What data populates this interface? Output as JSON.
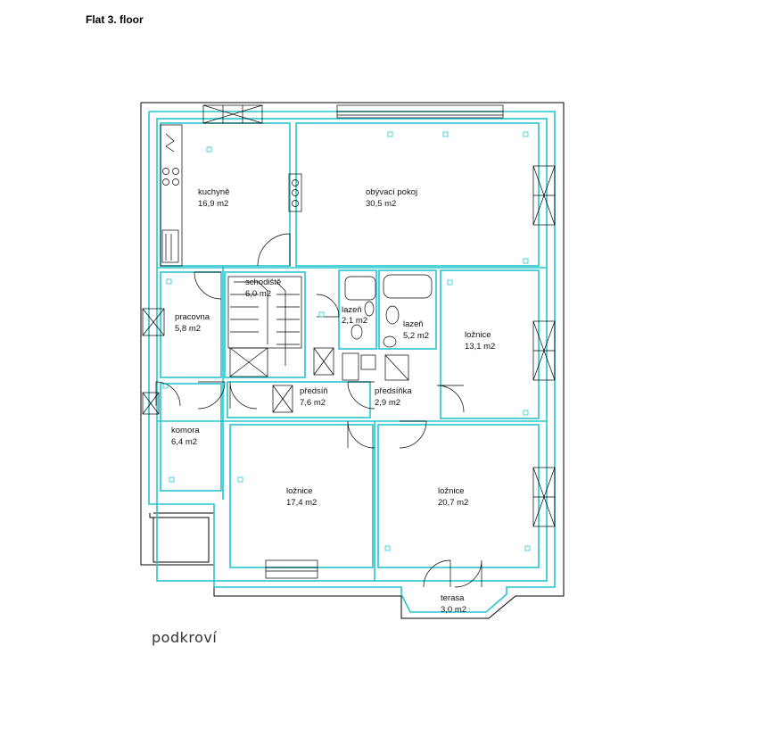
{
  "title": "Flat 3. floor",
  "level_label": "podkroví",
  "rooms": [
    {
      "id": "kuchyne",
      "name": "kuchyně",
      "area": "16,9 m2"
    },
    {
      "id": "obyvaci",
      "name": "obývací pokoj",
      "area": "30,5 m2"
    },
    {
      "id": "schodiste",
      "name": "schodiště",
      "area": "6,0 m2"
    },
    {
      "id": "pracovna",
      "name": "pracovna",
      "area": "5,8 m2"
    },
    {
      "id": "lazen1",
      "name": "lazeň",
      "area": "2,1 m2"
    },
    {
      "id": "lazen2",
      "name": "lazeň",
      "area": "5,2 m2"
    },
    {
      "id": "loznice1",
      "name": "ložnice",
      "area": "13,1 m2"
    },
    {
      "id": "predsin",
      "name": "předsíň",
      "area": "7,6 m2"
    },
    {
      "id": "predsinka",
      "name": "předsíňka",
      "area": "2,9 m2"
    },
    {
      "id": "komora",
      "name": "komora",
      "area": "6,4 m2"
    },
    {
      "id": "loznice2",
      "name": "ložnice",
      "area": "17,4 m2"
    },
    {
      "id": "loznice3",
      "name": "ložnice",
      "area": "20,7 m2"
    },
    {
      "id": "terasa",
      "name": "terasa",
      "area": "3,0 m2"
    }
  ],
  "colors": {
    "wall": "#000000",
    "wall_inner": "#27c5cf",
    "text": "#111111"
  }
}
